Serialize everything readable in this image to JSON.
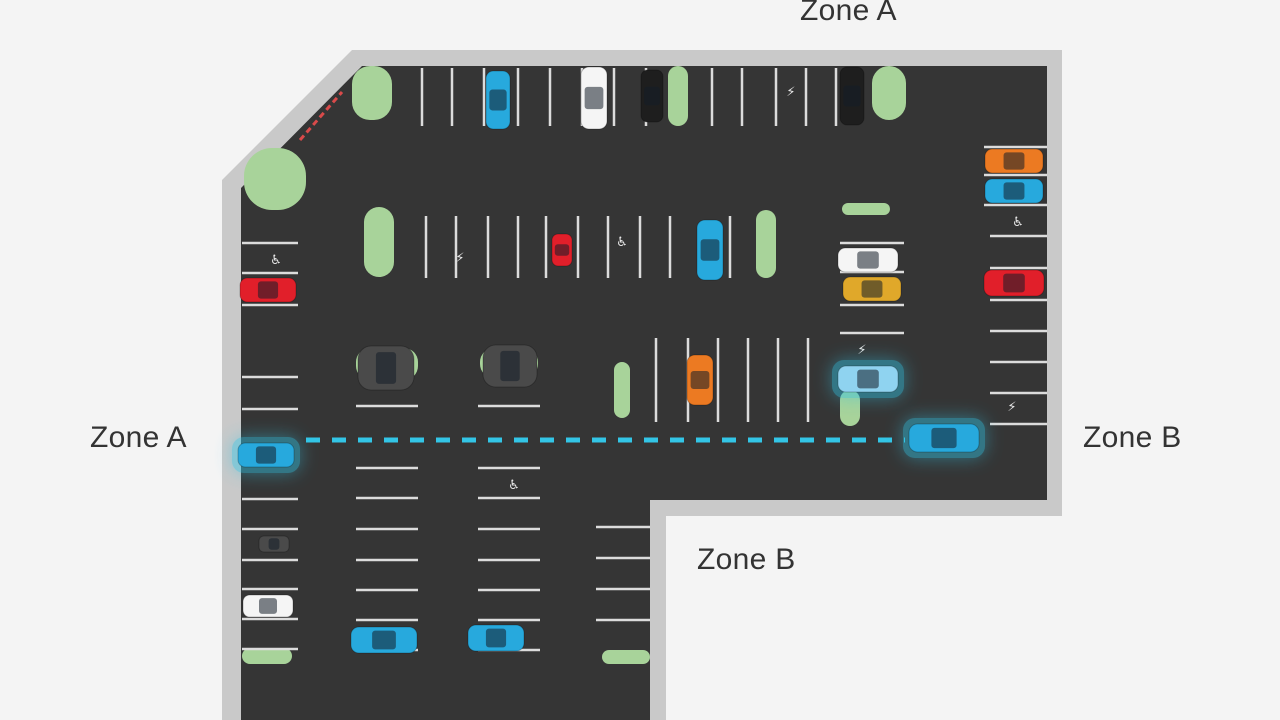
{
  "zone_labels": {
    "top": "Zone A",
    "left": "Zone A",
    "right": "Zone B",
    "bottom": "Zone B"
  },
  "colors": {
    "background": "#f4f4f4",
    "curb": "#c9c9c9",
    "asphalt": "#353535",
    "lane_marking": "#dcdcdc",
    "planter": "#a8d39a",
    "route": "#33c5e6",
    "car_blue": "#27a9dd",
    "car_red": "#e11f2a",
    "car_orange": "#ec7a22",
    "car_yellow": "#e0a82a",
    "car_white": "#f5f5f5",
    "car_black": "#1e1e1e",
    "car_dark_gray": "#4a4a4a",
    "car_light_blue": "#8fd3f0"
  },
  "route": {
    "from": "Zone A",
    "to": "Zone B",
    "style": "dashed"
  }
}
